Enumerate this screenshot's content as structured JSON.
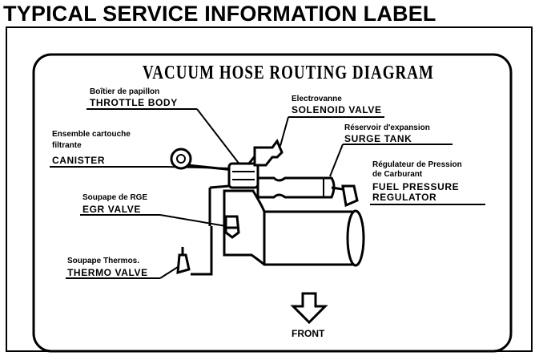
{
  "page_title": "TYPICAL SERVICE INFORMATION LABEL",
  "diagram_title": "VACUUM HOSE ROUTING DIAGRAM",
  "labels": {
    "throttle_body": {
      "fr": "Boîtier de papillon",
      "en": "THROTTLE BODY"
    },
    "solenoid_valve": {
      "fr": "Electrovanne",
      "en": "SOLENOID VALVE"
    },
    "surge_tank": {
      "fr": "Réservoir d'expansion",
      "en": "SURGE TANK"
    },
    "canister": {
      "fr1": "Ensemble cartouche",
      "fr2": "filtrante",
      "en": "CANISTER"
    },
    "fuel_pressure_regulator": {
      "fr1": "Régulateur de Pression",
      "fr2": "de Carburant",
      "en1": "FUEL PRESSURE",
      "en2": "REGULATOR"
    },
    "egr_valve": {
      "fr": "Soupape de RGE",
      "en": "EGR VALVE"
    },
    "thermo_valve": {
      "fr": "Soupape Thermos.",
      "en": "THERMO VALVE"
    }
  },
  "front_label": "FRONT"
}
